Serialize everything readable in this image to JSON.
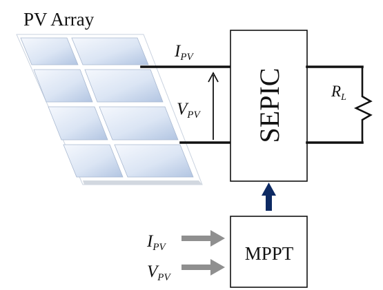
{
  "pv_array": {
    "label": "PV Array"
  },
  "converter": {
    "label": "SEPIC"
  },
  "load": {
    "label_main": "R",
    "label_sub": "L"
  },
  "signals": {
    "current": {
      "main": "I",
      "sub": "PV"
    },
    "voltage": {
      "main": "V",
      "sub": "PV"
    }
  },
  "controller": {
    "label": "MPPT"
  },
  "colors": {
    "wire": "#111111",
    "control_arrow": "#0d2a63",
    "input_arrow": "#8f8f8f",
    "panel_cell_light": "#f2f6fc",
    "panel_cell_dark": "#b4c6e3"
  }
}
